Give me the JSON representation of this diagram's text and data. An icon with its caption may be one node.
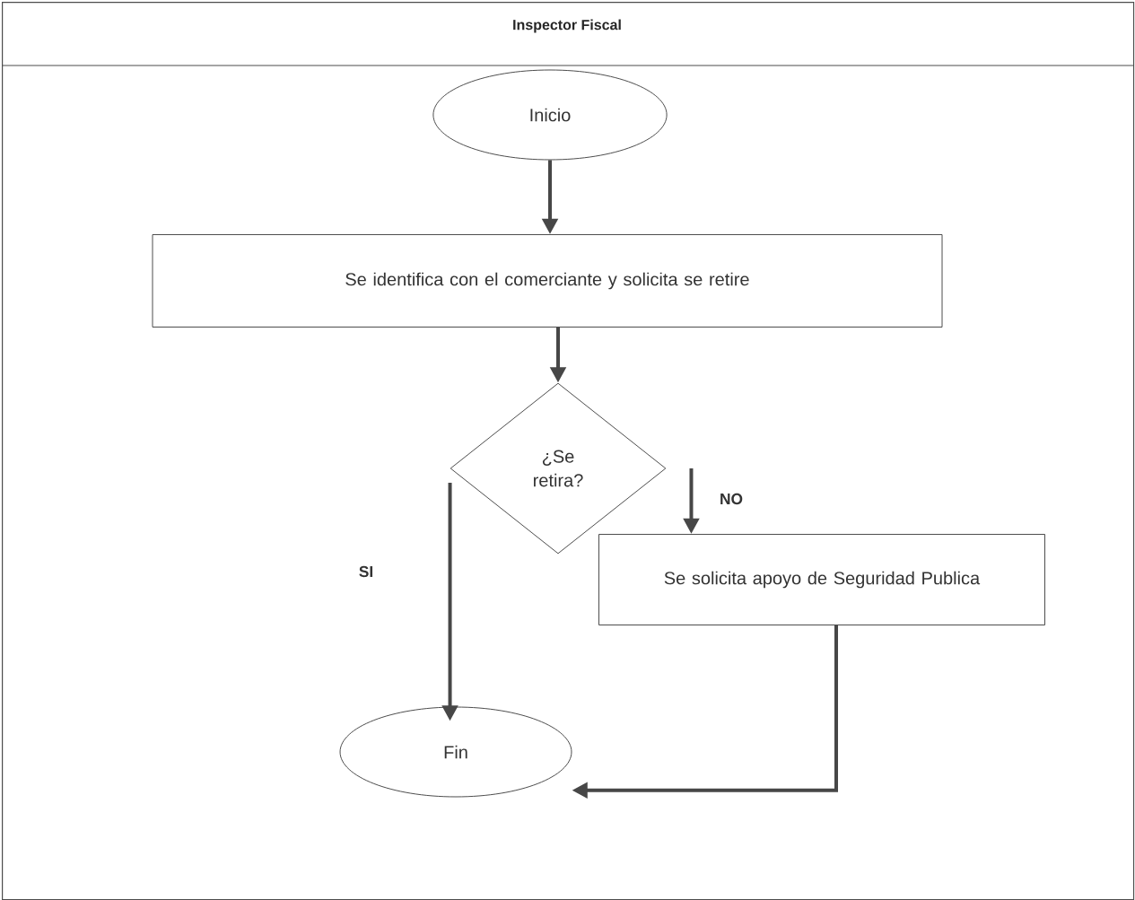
{
  "diagram": {
    "nodes": [
      {
        "text": [
          "Inspector Fiscal"
        ]
      },
      {
        "text": [
          "Inicio"
        ],
        "in": 0
      },
      {
        "text": [
          "Se identifica con el comerciante y solicita se retire"
        ],
        "in": 0
      },
      {
        "text": [
          "¿Se retira?"
        ],
        "in": 0
      },
      {
        "text": [
          "Se solicita apoyo de Seguridad Publica"
        ],
        "in": 0
      },
      {
        "text": [
          "Fin"
        ],
        "in": 0
      }
    ],
    "edges": [
      {
        "from": 1,
        "to": 2,
        "arrow": "to"
      },
      {
        "from": 2,
        "to": 3,
        "arrow": "to"
      },
      {
        "from": 3,
        "to": 5,
        "arrow": "to",
        "label": "SI"
      },
      {
        "from": 3,
        "to": 4,
        "arrow": "to",
        "label": "NO"
      },
      {
        "from": 4,
        "to": 5,
        "arrow": "to"
      }
    ]
  }
}
